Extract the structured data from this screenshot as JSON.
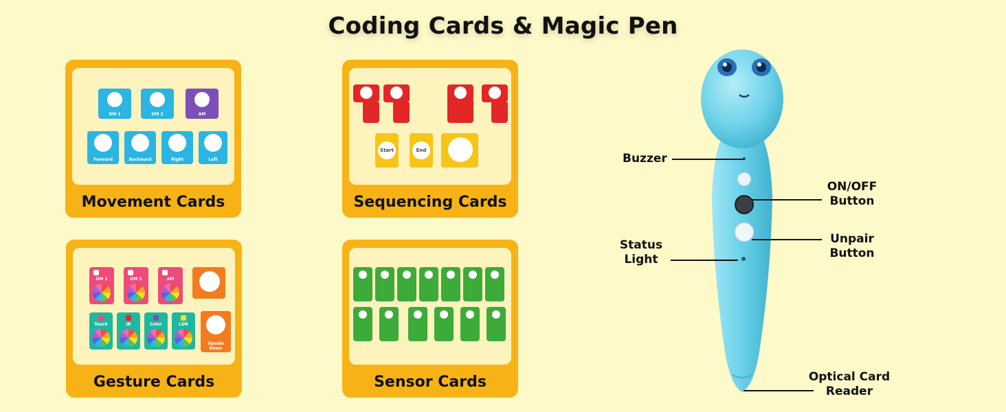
{
  "title": "Coding Cards & Magic Pen",
  "panels": {
    "movement": {
      "label": "Movement Cards",
      "cards": [
        "DM 1",
        "DM 2",
        "AM",
        "Forward",
        "Backward",
        "Right",
        "Left"
      ]
    },
    "sequencing": {
      "label": "Sequencing Cards",
      "cards": [
        "Start",
        "End"
      ]
    },
    "gesture": {
      "label": "Gesture Cards",
      "cards": [
        "DM 1",
        "DM 2",
        "AM",
        "Touch",
        "IR",
        "Color",
        "LDR",
        "Upside Down"
      ]
    },
    "sensor": {
      "label": "Sensor Cards"
    }
  },
  "pen": {
    "labels": {
      "buzzer": "Buzzer",
      "on_off_1": "ON/OFF",
      "on_off_2": "Button",
      "unpair_1": "Unpair",
      "unpair_2": "Button",
      "status_1": "Status",
      "status_2": "Light",
      "optical_1": "Optical Card",
      "optical_2": "Reader"
    }
  },
  "colors": {
    "background": "#fdf9c8",
    "panel": "#f7b316",
    "panel_inner": "#fdf3bd",
    "movement_card": "#2ab5e3",
    "movement_am": "#7d4fb8",
    "sequencing_red": "#e32626",
    "sequencing_yellow": "#f7c516",
    "gesture_pink": "#ee4a7a",
    "gesture_teal": "#1fb7a0",
    "gesture_orange": "#f47b20",
    "sensor_green": "#3cab3a",
    "pen_body": "#6fd3ea"
  }
}
